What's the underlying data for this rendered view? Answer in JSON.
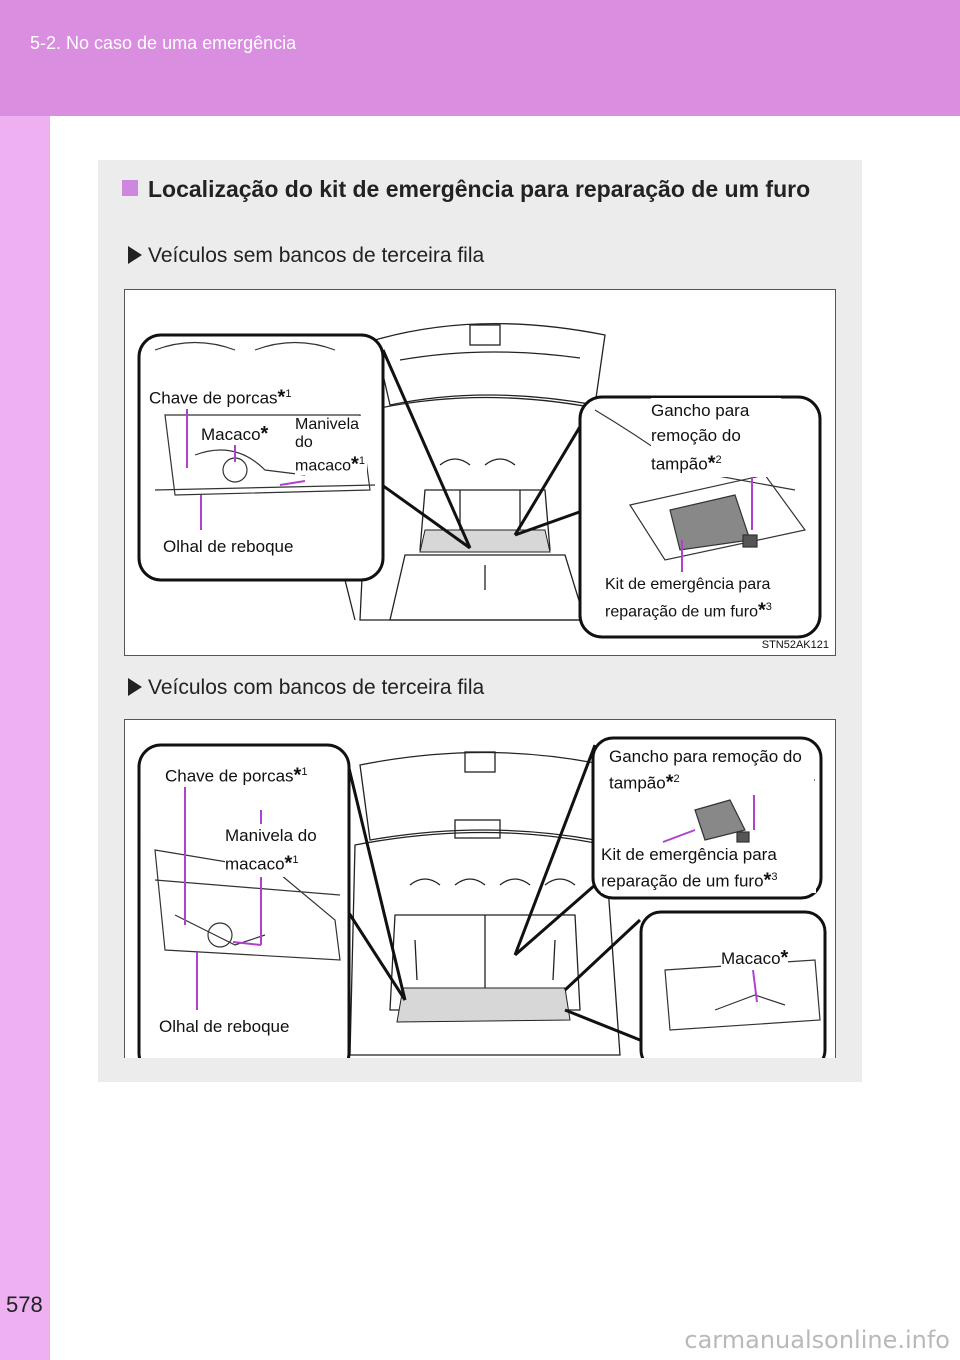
{
  "header": {
    "title": "5-2. No caso de uma emergência"
  },
  "page_number": "578",
  "watermark": "carmanualsonline.info",
  "section": {
    "title": "Localização do kit de emergência para reparação de um furo",
    "bullet_icon": "square-bullet-icon"
  },
  "figure1": {
    "subheading": "Veículos sem bancos de terceira fila",
    "code": "STN52AK121",
    "labels": {
      "chave": "Chave de porcas",
      "chave_note": "1",
      "macaco": "Macaco",
      "manivela": "Manivela do macaco",
      "manivela_note": "1",
      "olhal": "Olhal de reboque",
      "gancho": "Gancho para remoção do tampão",
      "gancho_note": "2",
      "kit": "Kit de emergência para reparação de um furo",
      "kit_note": "3"
    }
  },
  "figure2": {
    "subheading": "Veículos com bancos de terceira fila",
    "labels": {
      "chave": "Chave de porcas",
      "chave_note": "1",
      "manivela": "Manivela do macaco",
      "manivela_note": "1",
      "olhal": "Olhal de reboque",
      "gancho": "Gancho para remoção do tampão",
      "gancho_note": "2",
      "kit": "Kit de emergência para reparação de um furo",
      "kit_note": "3",
      "macaco": "Macaco"
    }
  },
  "colors": {
    "header": "#d98ee0",
    "strip": "#eeb0f0",
    "leader": "#b040d0",
    "box": "#ececec"
  }
}
